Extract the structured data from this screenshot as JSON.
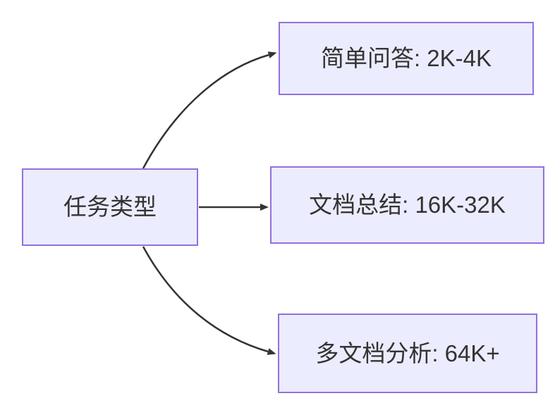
{
  "diagram": {
    "type": "flowchart-left-right",
    "root": {
      "label": "任务类型"
    },
    "branches": [
      {
        "label": "简单问答: 2K-4K"
      },
      {
        "label": "文档总结: 16K-32K"
      },
      {
        "label": "多文档分析: 64K+"
      }
    ],
    "edges": [
      {
        "from": "任务类型",
        "to": "简单问答: 2K-4K"
      },
      {
        "from": "任务类型",
        "to": "文档总结: 16K-32K"
      },
      {
        "from": "任务类型",
        "to": "多文档分析: 64K+"
      }
    ],
    "colors": {
      "node_fill": "#ECECFF",
      "node_border": "#9370DB",
      "edge": "#333333",
      "text": "#333333"
    }
  }
}
